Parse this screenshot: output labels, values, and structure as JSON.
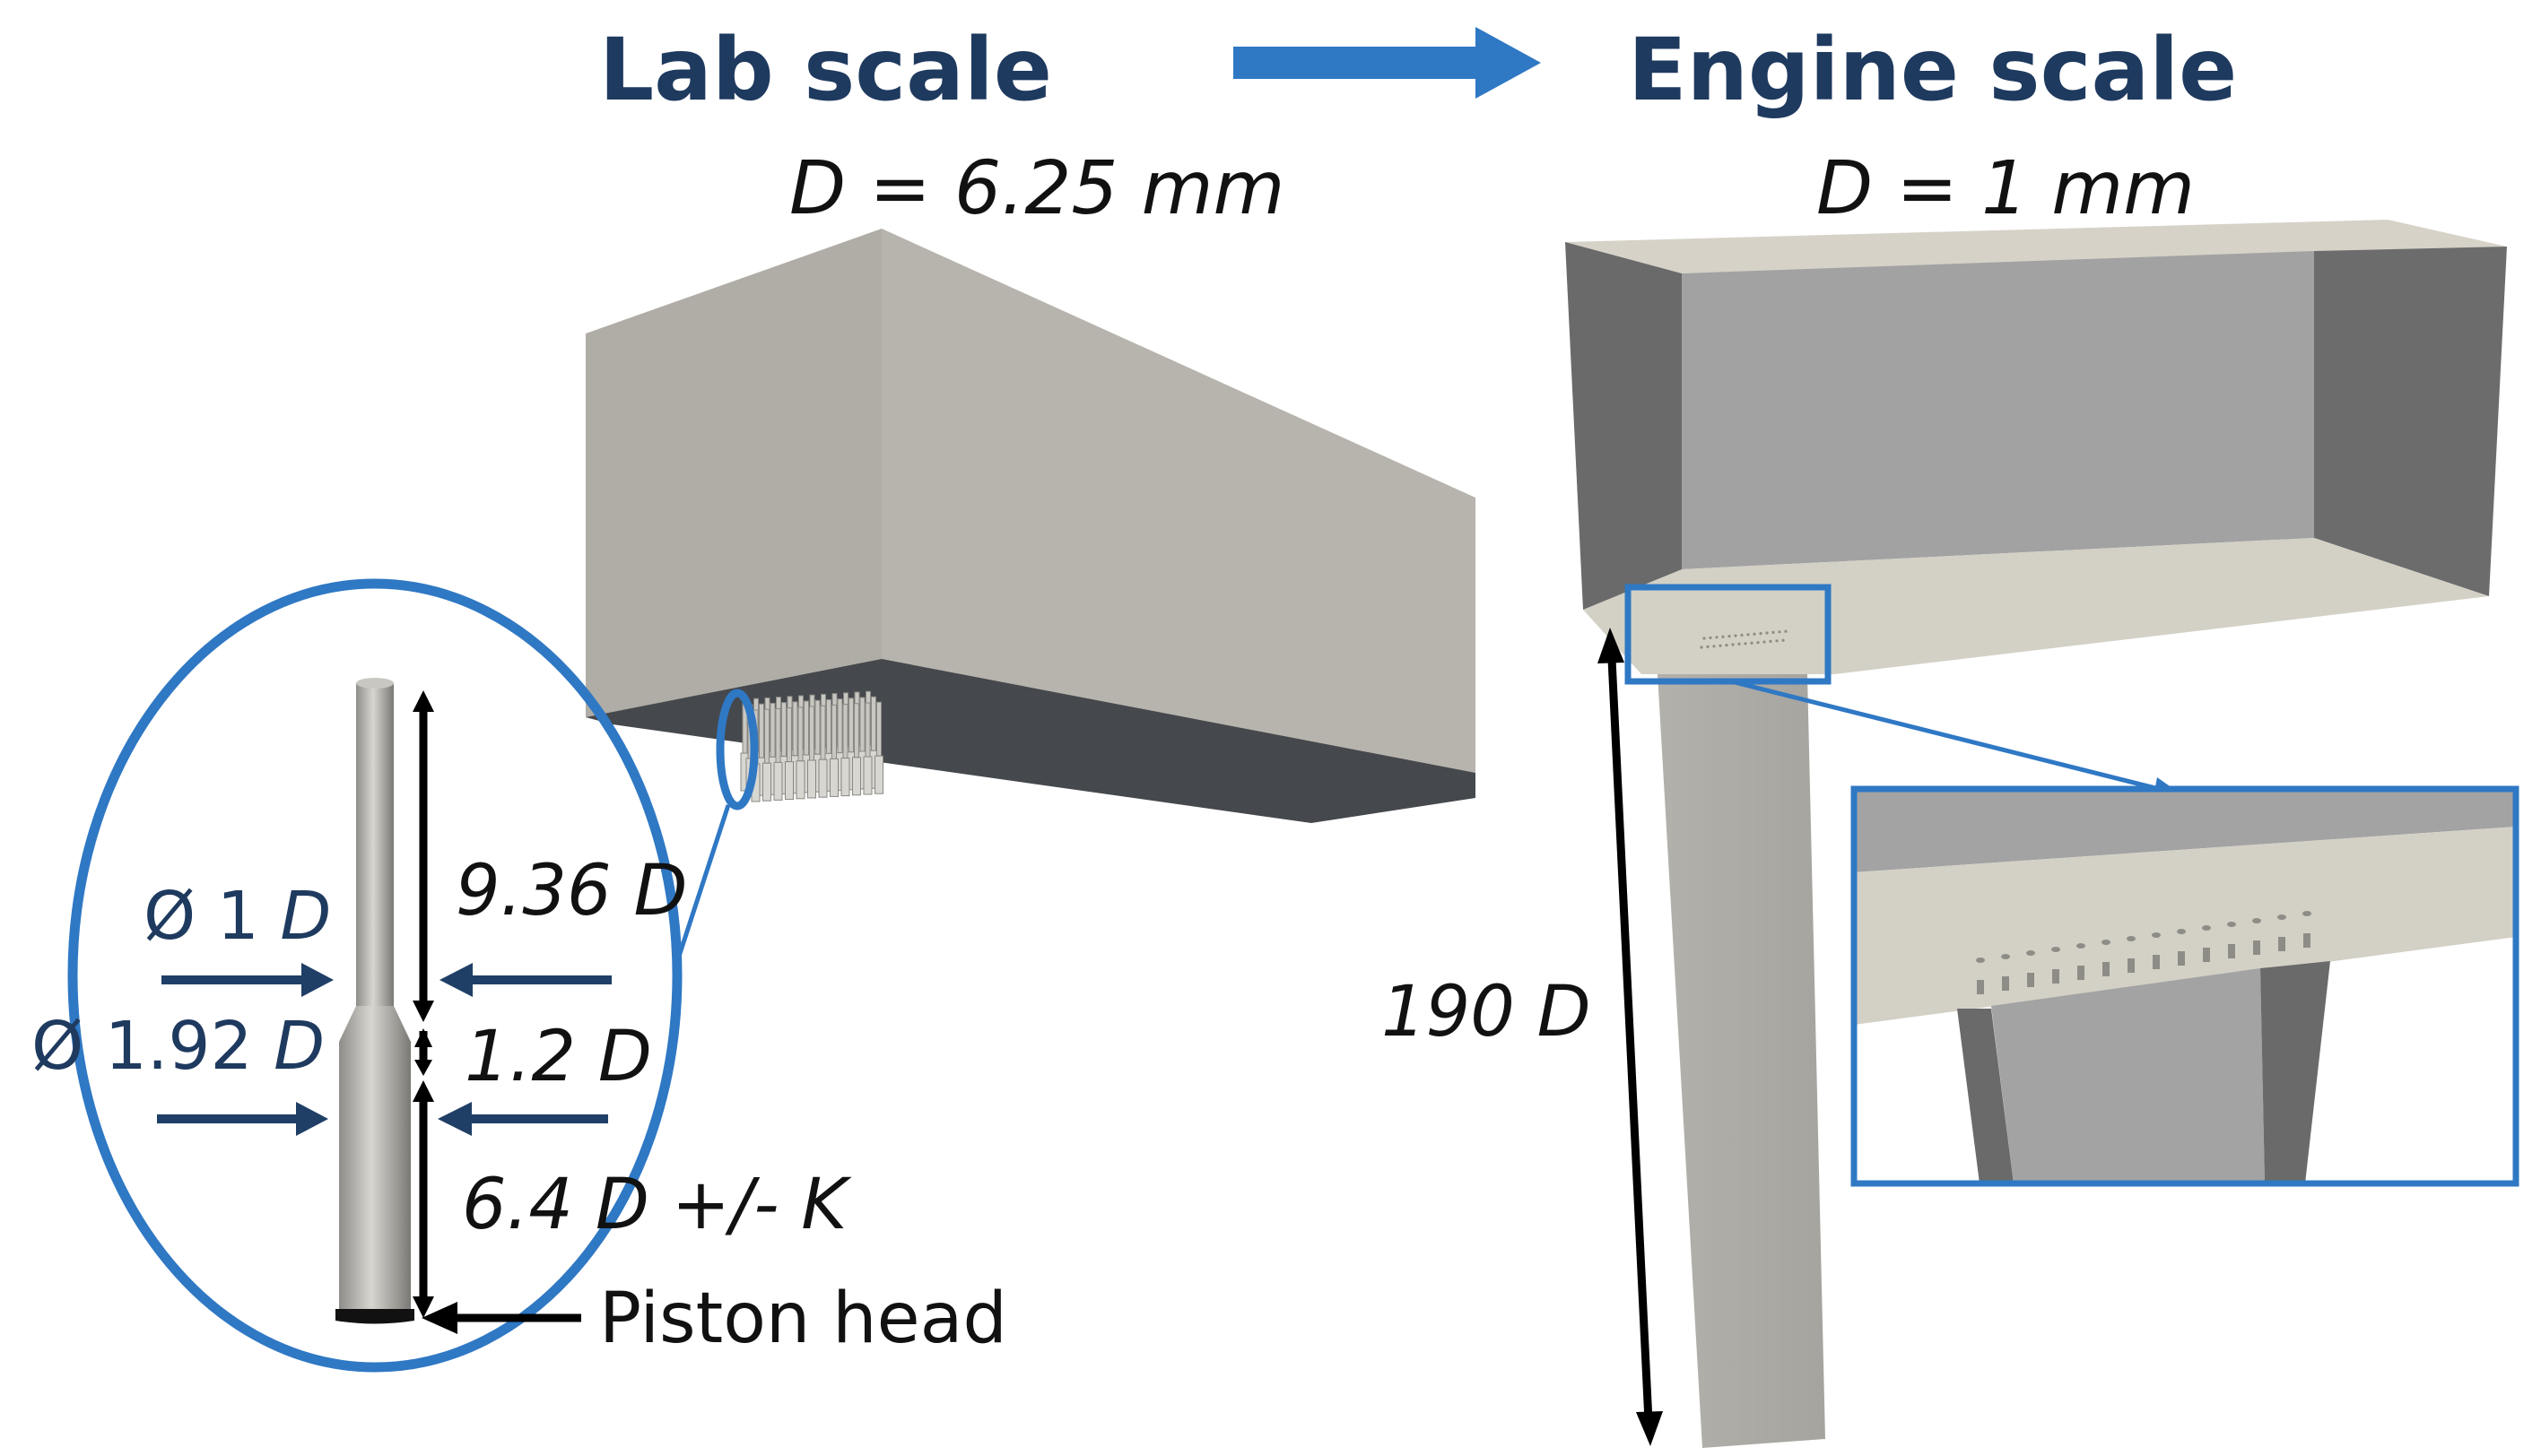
{
  "titles": {
    "left": "Lab scale",
    "right": "Engine scale"
  },
  "diameters": {
    "lab": "D = 6.25 mm",
    "engine": "D = 1 mm"
  },
  "nozzle_labels": {
    "inner_diameter_prefix": "Ø 1 ",
    "inner_diameter_unit": "D",
    "outer_diameter_prefix": "Ø 1.92 ",
    "outer_diameter_unit": "D",
    "upper_length": "9.36 D",
    "taper_length": "1.2 D",
    "lower_length": "6.4 D +/- K",
    "piston": "Piston head"
  },
  "engine_labels": {
    "duct_length": "190 D"
  },
  "colors": {
    "accent_blue": "#2f78c4",
    "title_navy": "#1f3a5f",
    "arrow_navy": "#1f3f66",
    "surface_light": "#b5b1aa",
    "surface_mid": "#a3a3a3",
    "surface_dark": "#6b6b6b",
    "base_dark": "#45484c",
    "floor_beige": "#d3d0c6"
  }
}
